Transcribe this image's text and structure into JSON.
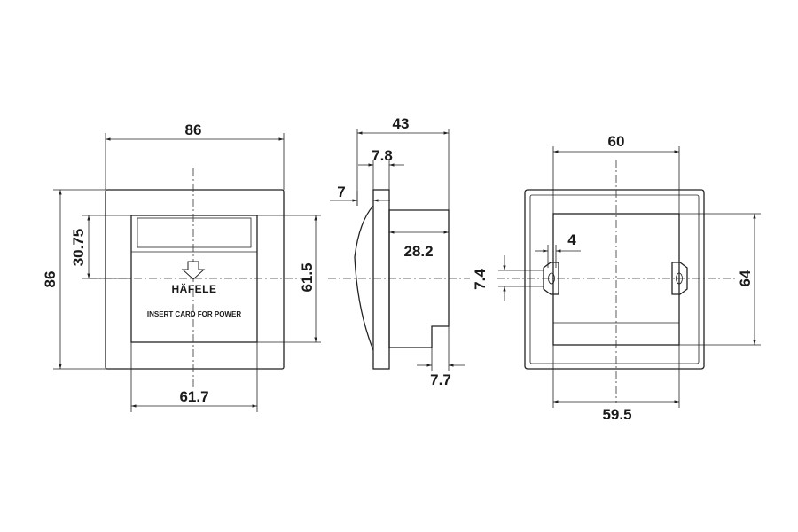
{
  "front_view": {
    "brand": "HÄFELE",
    "caption": "INSERT CARD FOR POWER",
    "dims": {
      "width": "86",
      "height": "86",
      "slot_depth": "30.75",
      "card_height": "61.5",
      "card_width": "61.7"
    }
  },
  "side_view": {
    "dims": {
      "depth": "43",
      "plate": "7.8",
      "face_offset": "7",
      "body": "28.2",
      "step": "7.7"
    }
  },
  "back_view": {
    "dims": {
      "top_width": "60",
      "hole": "4",
      "slot_height": "7.4",
      "mount_height": "64",
      "bottom_width": "59.5"
    }
  }
}
